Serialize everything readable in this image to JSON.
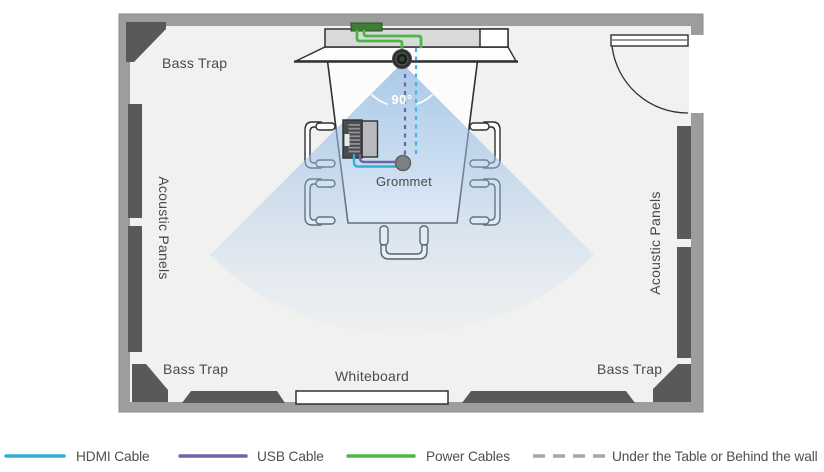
{
  "diagram": {
    "labels": {
      "bass_trap_top_left": "Bass Trap",
      "bass_trap_bottom_left": "Bass Trap",
      "bass_trap_bottom_right": "Bass Trap",
      "acoustic_panels_left": "Acoustic Panels",
      "acoustic_panels_right": "Acoustic Panels",
      "whiteboard": "Whiteboard",
      "grommet": "Grommet",
      "fov_angle": "90°"
    },
    "colors": {
      "wall_gray": "#9d9d9d",
      "floor_gray": "#f1f1f0",
      "panel_dark_gray": "#58595b",
      "stroke_dark": "#2f3033",
      "fov_cone_blue": "#8fb8e0",
      "hdmi_cyan": "#31b1d4",
      "usb_purple": "#7163aa",
      "power_green": "#4cb648",
      "hidden_run_gray": "#a7a7a7",
      "label_text": "#4a4a4a"
    }
  },
  "legend": {
    "items": [
      {
        "label": "HDMI Cable",
        "color": "#31b1d4",
        "style": "solid"
      },
      {
        "label": "USB Cable",
        "color": "#7163aa",
        "style": "solid"
      },
      {
        "label": "Power Cables",
        "color": "#4cb648",
        "style": "solid"
      },
      {
        "label": "Under the Table or Behind the wall",
        "color": "#a7a7a7",
        "style": "dashed"
      }
    ]
  }
}
